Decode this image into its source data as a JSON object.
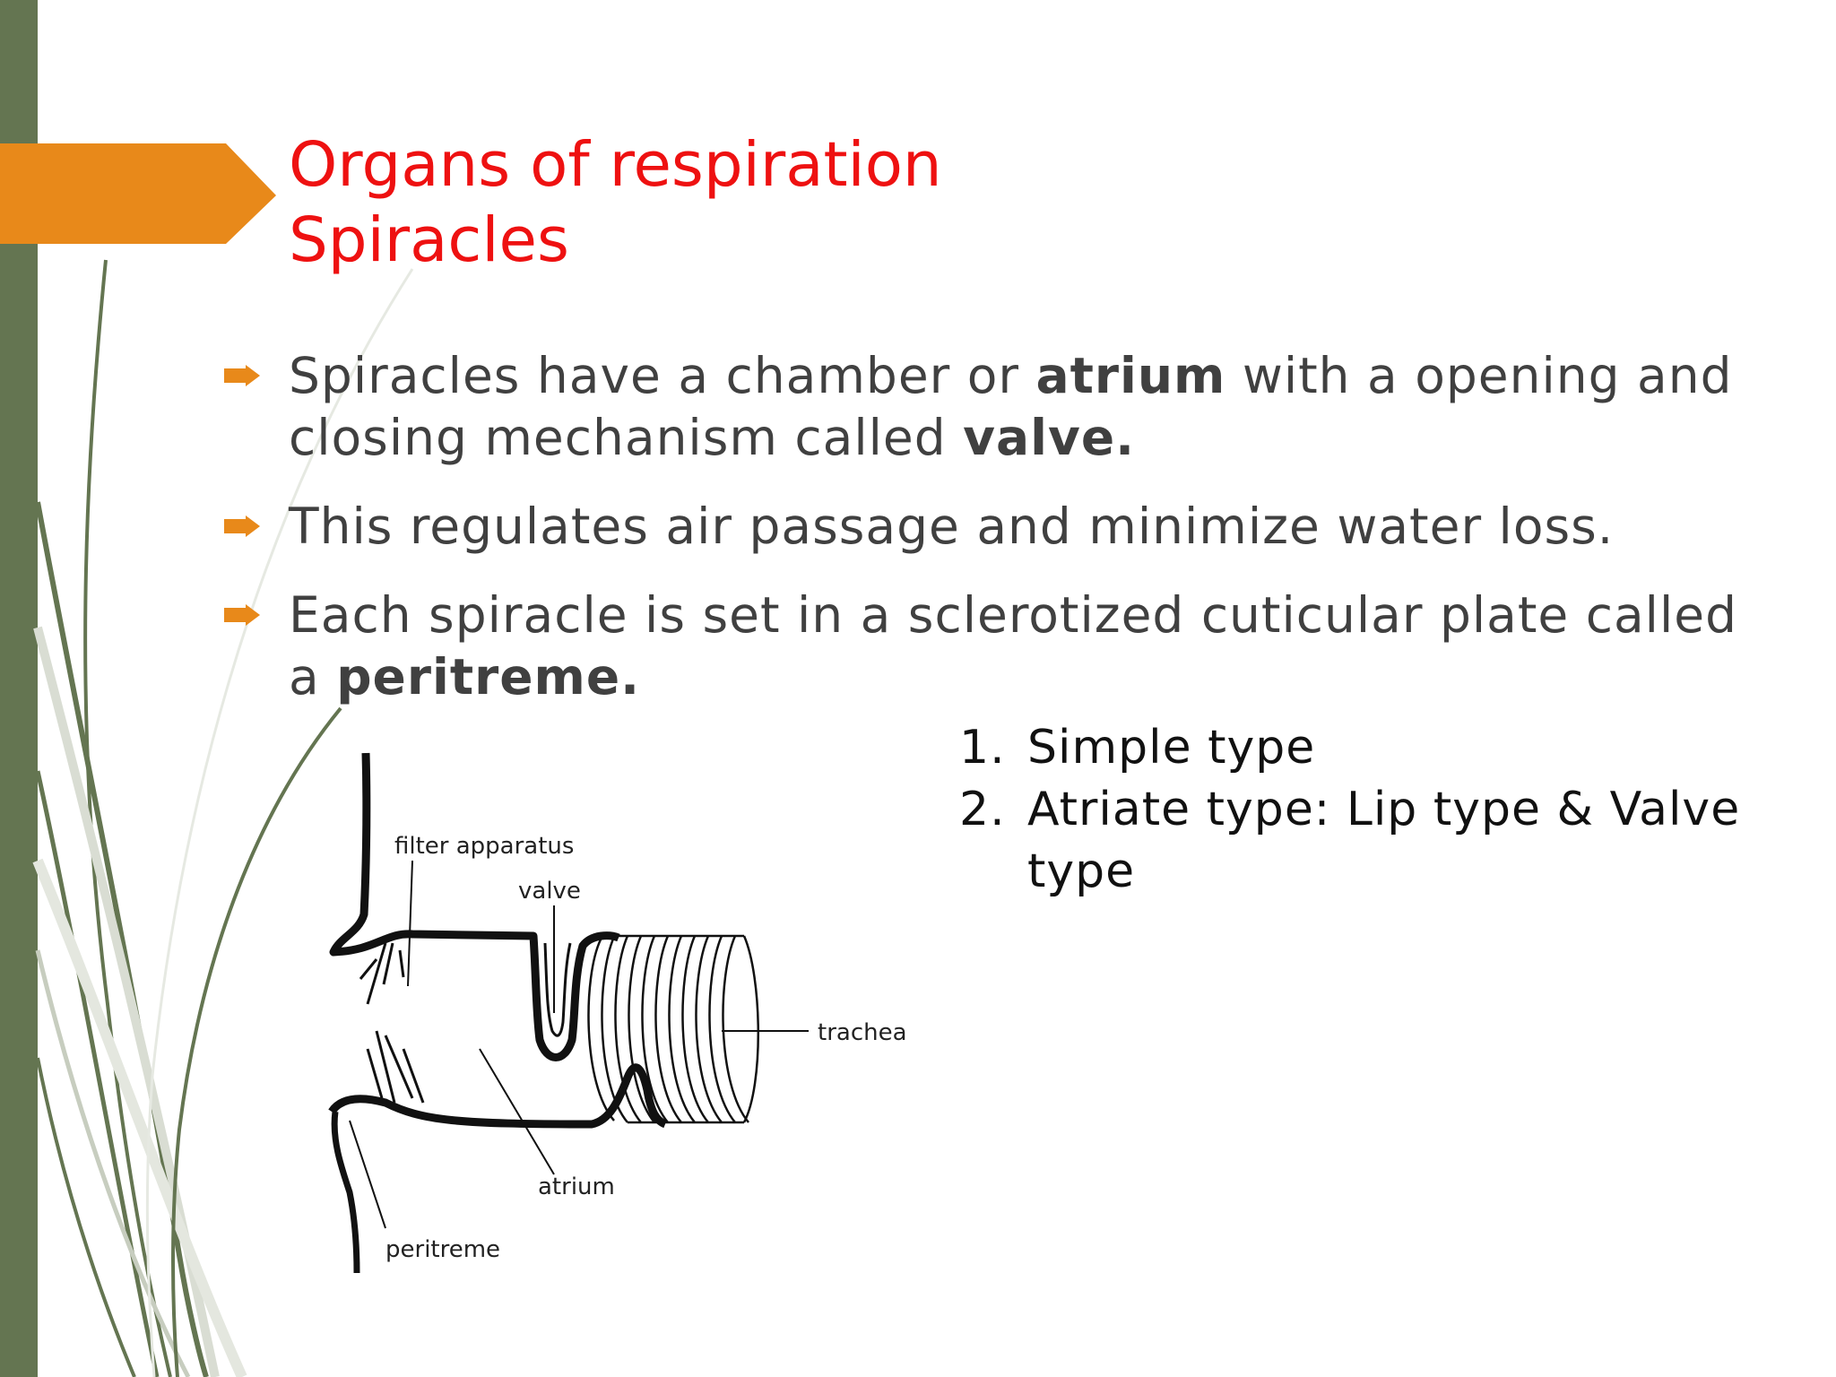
{
  "slide": {
    "title_line1": "Organs of respiration",
    "title_line2": "Spiracles",
    "colors": {
      "title": "#ee1111",
      "sidebar": "#647551",
      "accent_arrow": "#e8891a",
      "body_text": "#404040"
    }
  },
  "bullets": [
    {
      "pre": "Spiracles have a chamber or ",
      "bold1": "atrium",
      "mid": " with a opening and closing mechanism called ",
      "bold2": "valve."
    },
    {
      "text": "This regulates air passage and minimize water loss."
    },
    {
      "pre": "Each spiracle is set in a sclerotized cuticular plate called a ",
      "bold1": "peritreme."
    }
  ],
  "types": [
    {
      "num": "1.",
      "text": "Simple type"
    },
    {
      "num": "2.",
      "text": "Atriate type: Lip type & Valve type"
    }
  ],
  "diagram": {
    "labels": {
      "filter": "filter apparatus",
      "valve": "valve",
      "trachea": "trachea",
      "atrium": "atrium",
      "peritreme": "peritreme"
    }
  }
}
